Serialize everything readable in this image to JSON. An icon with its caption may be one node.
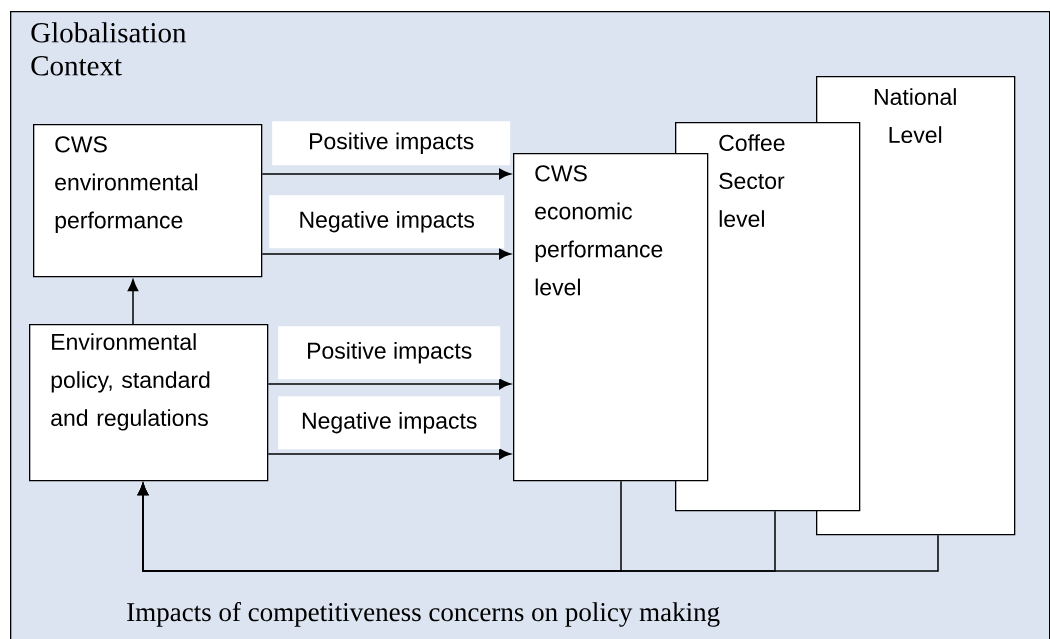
{
  "diagram": {
    "nodes": [
      {
        "text": [
          "Globalisation Context"
        ]
      },
      {
        "text": [
          "CWS environmental performance"
        ],
        "in": 0
      },
      {
        "text": [
          "Environmental policy, standard and regulations"
        ],
        "in": 0
      },
      {
        "text": [
          "National Level"
        ],
        "in": 0
      },
      {
        "text": [
          "Coffee Sector level"
        ],
        "in": 0
      },
      {
        "text": [
          "CWS economic performance level"
        ],
        "in": 0
      }
    ],
    "edges": [
      {
        "from": 1,
        "to": 5,
        "arrow": "to",
        "label": "Positive impacts"
      },
      {
        "from": 1,
        "to": 5,
        "arrow": "to",
        "label": "Negative impacts"
      },
      {
        "from": 2,
        "to": 5,
        "arrow": "to",
        "label": "Positive impacts"
      },
      {
        "from": 2,
        "to": 5,
        "arrow": "to",
        "label": "Negative impacts"
      },
      {
        "from": 2,
        "to": 1,
        "arrow": "to"
      },
      {
        "from": 5,
        "to": 2,
        "arrow": "to"
      },
      {
        "from": 4,
        "to": 2,
        "arrow": "to"
      },
      {
        "from": 3,
        "to": 2,
        "arrow": "to"
      }
    ],
    "labels": [
      "Impacts of competitiveness concerns on policy making"
    ]
  }
}
